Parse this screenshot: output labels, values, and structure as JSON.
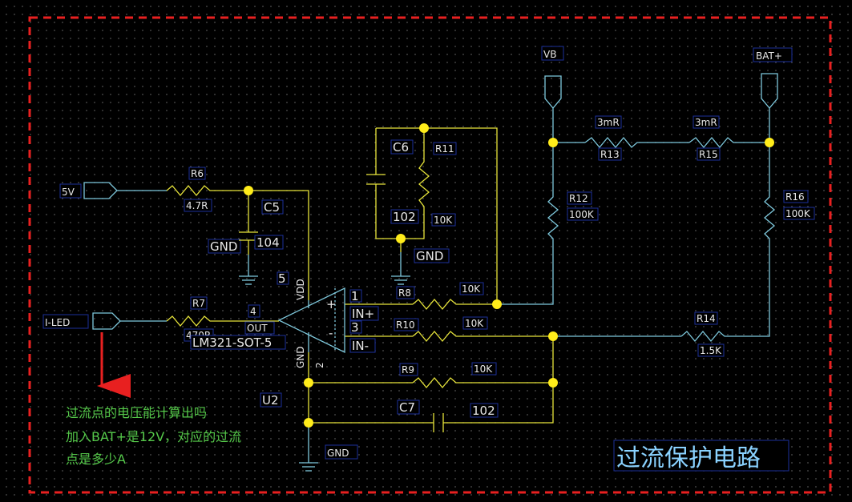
{
  "colors": {
    "background": "#000000",
    "border": "#e82020",
    "wire_yellow": "#e6e33a",
    "wire_cyan": "#7ec8dc",
    "junction": "#ffec1a",
    "note": "#55c84a",
    "title": "#8ad2ff",
    "arrow": "#e82020"
  },
  "nets": {
    "v5": "5V",
    "iled": "I-LED",
    "vb": "VB",
    "bat": "BAT+",
    "gnd1": "GND",
    "gnd2": "GND",
    "gnd3": "GND"
  },
  "parts": {
    "r6": {
      "ref": "R6",
      "value": "4.7R"
    },
    "r7": {
      "ref": "R7",
      "value": "470R"
    },
    "c5": {
      "ref": "C5",
      "value": "104"
    },
    "c6": {
      "ref": "C6",
      "value": "102"
    },
    "r11": {
      "ref": "R11",
      "value": "10K"
    },
    "r8": {
      "ref": "R8",
      "value": "10K"
    },
    "r10": {
      "ref": "R10",
      "value": "10K"
    },
    "r9": {
      "ref": "R9",
      "value": "10K"
    },
    "c7": {
      "ref": "C7",
      "value": "102"
    },
    "r12": {
      "ref": "R12",
      "value": "100K"
    },
    "r13": {
      "ref": "R13",
      "value": "3mR"
    },
    "r15": {
      "ref": "R15",
      "value": "3mR"
    },
    "r16": {
      "ref": "R16",
      "value": "100K"
    },
    "r14": {
      "ref": "R14",
      "value": "1.5K"
    }
  },
  "opamp": {
    "ref": "U2",
    "part": "LM321-SOT-5",
    "pin_vdd": "VDD",
    "pin_gnd": "GND",
    "pin_out": "OUT",
    "pin_inp": "IN+",
    "pin_inn": "IN-",
    "sign_plus": "+",
    "sign_minus": "-",
    "num_1": "1",
    "num_2": "2",
    "num_3": "3",
    "num_4": "4",
    "num_5": "5"
  },
  "note": {
    "line1": "过流点的电压能计算出吗",
    "line2": "加入BAT+是12V，对应的过流",
    "line3": "点是多少A"
  },
  "title": "过流保护电路"
}
